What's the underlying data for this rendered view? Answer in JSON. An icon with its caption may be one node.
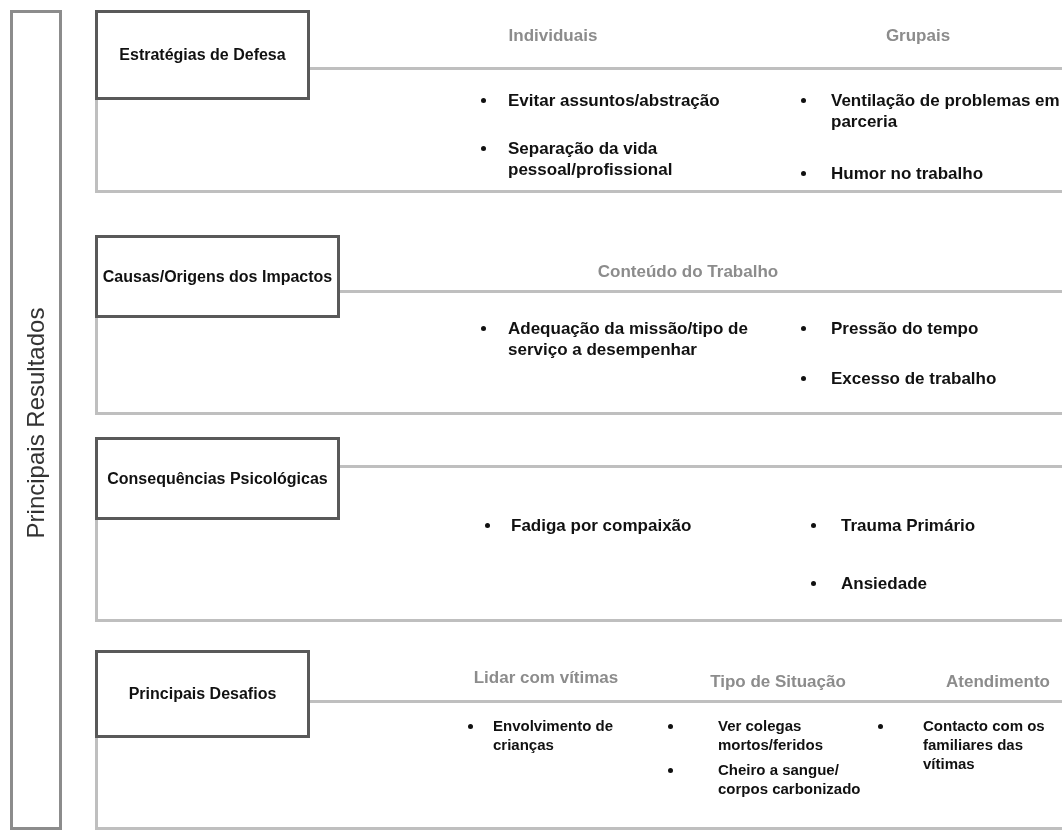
{
  "diagram": {
    "nodes": [
      {
        "text": [
          "Principais Resultados"
        ]
      },
      {
        "text": [
          "Estratégias de Defesa"
        ]
      },
      {
        "text": [
          "Individuais",
          "Grupais",
          "Evitar assuntos/abstração",
          "Separação da vida pessoal/profissional",
          "Ventilação de problemas em parceria",
          "Humor no trabalho"
        ]
      },
      {
        "text": [
          "Causas/Origens dos Impactos"
        ]
      },
      {
        "text": [
          "Conteúdo do Trabalho",
          "Adequação da missão/tipo de serviço a desempenhar",
          "Pressão do tempo",
          "Excesso de trabalho"
        ]
      },
      {
        "text": [
          "Consequências Psicológicas"
        ]
      },
      {
        "text": [
          "Fadiga por compaixão",
          "Trauma Primário",
          "Ansiedade"
        ]
      },
      {
        "text": [
          "Principais Desafios"
        ]
      },
      {
        "text": [
          "Lidar com vítimas",
          "Tipo de Situação",
          "Atendimento",
          "Envolvimento de crianças",
          "Ver colegas mortos/feridos",
          "Cheiro a sangue/ corpos carbonizado",
          "Contacto com os familiares das vítimas"
        ]
      }
    ]
  }
}
